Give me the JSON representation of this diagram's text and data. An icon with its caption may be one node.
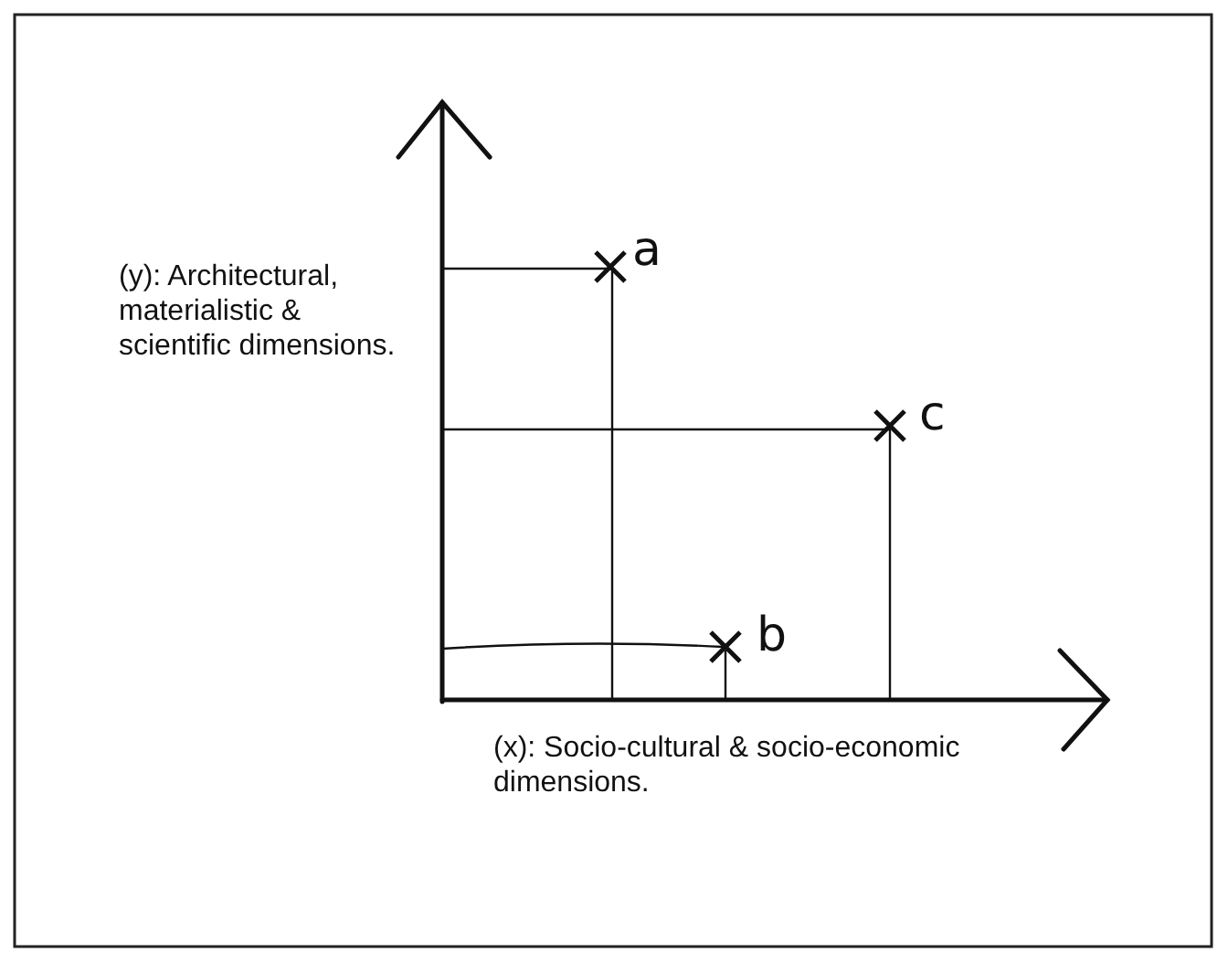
{
  "diagram": {
    "labels": [
      "a",
      "(y): Architectural, materialistic & scientific dimensions.",
      "c",
      "b",
      "(x): Socio-cultural & socio-economic dimensions."
    ]
  }
}
